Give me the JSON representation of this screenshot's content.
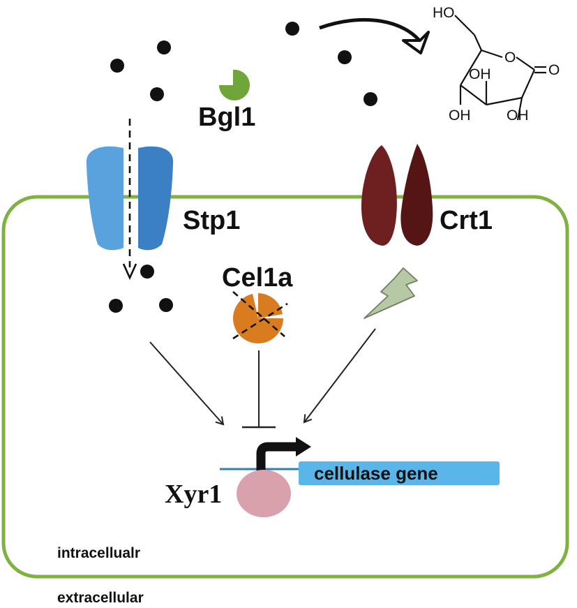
{
  "labels": {
    "bgl1": "Bgl1",
    "stp1": "Stp1",
    "crt1": "Crt1",
    "cel1a": "Cel1a",
    "xyr1": "Xyr1",
    "cellulase_gene": "cellulase gene",
    "intracellular": "intracellualr",
    "extracellular": "extracellular"
  },
  "molecule": {
    "ho": "HO",
    "o_ring": "O",
    "o_carbonyl": "O",
    "oh_top": "OH",
    "oh_left": "OH",
    "oh_right": "OH"
  },
  "colors": {
    "membrane": "#7fb241",
    "bgl1_enzyme": "#6fa53a",
    "stp1_light": "#5aa2dd",
    "stp1_dark": "#3b80c4",
    "crt1_left": "#6e1f1f",
    "crt1_right": "#561515",
    "cel1a_enzyme": "#d97b1f",
    "lightning_signal": "#b7c9a4",
    "xyr1_protein": "#d8a1ac",
    "gene_box": "#5ab5e8",
    "dots": "#111111",
    "arrows": "#222222"
  }
}
